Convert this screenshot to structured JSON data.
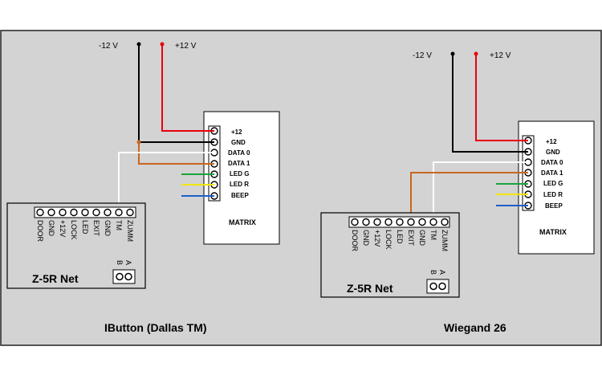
{
  "colors": {
    "panel_bg": "#d3d3d3",
    "panel_border": "#222222",
    "wire_black": "#000000",
    "wire_red": "#e8000b",
    "wire_orange": "#c8661e",
    "wire_white": "#ffffff",
    "wire_green": "#1aa33a",
    "wire_yellow": "#f2e600",
    "wire_blue": "#1e5fc8"
  },
  "left": {
    "supply_minus": "-12 V",
    "supply_plus": "+12 V",
    "matrix": {
      "title": "MATRIX",
      "pins": [
        "+12",
        "GND",
        "DATA 0",
        "DATA 1",
        "LED G",
        "LED R",
        "BEEP"
      ]
    },
    "controller": {
      "title": "Z-5R Net",
      "pins": [
        "DOOR",
        "GND",
        "+12V",
        "LOCK",
        "LED",
        "EXIT",
        "GND",
        "TM",
        "ZUMM"
      ],
      "jumper_a": "A",
      "jumper_b": "B"
    },
    "caption": "IButton (Dallas TM)"
  },
  "right": {
    "supply_minus": "-12 V",
    "supply_plus": "+12 V",
    "matrix": {
      "title": "MATRIX",
      "pins": [
        "+12",
        "GND",
        "DATA 0",
        "DATA 1",
        "LED G",
        "LED R",
        "BEEP"
      ]
    },
    "controller": {
      "title": "Z-5R Net",
      "pins": [
        "DOOR",
        "GND",
        "+12V",
        "LOCK",
        "LED",
        "EXIT",
        "GND",
        "TM",
        "ZUMM"
      ],
      "jumper_a": "A",
      "jumper_b": "B"
    },
    "caption": "Wiegand 26"
  }
}
